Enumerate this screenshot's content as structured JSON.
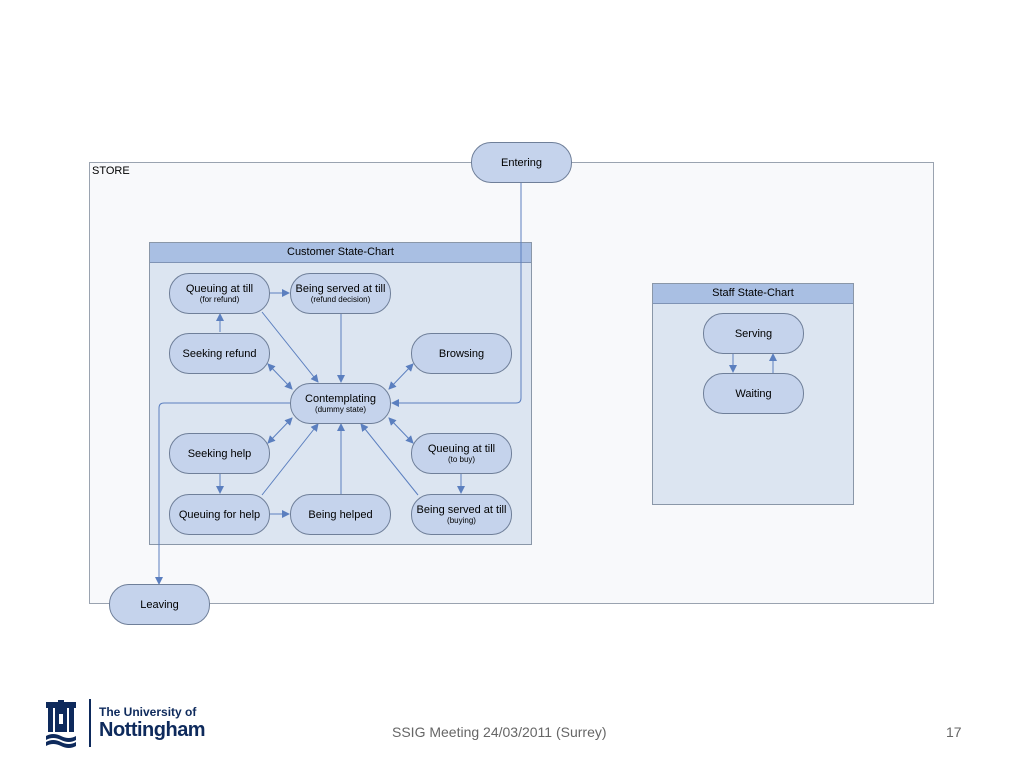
{
  "store": {
    "label": "STORE"
  },
  "customer_chart": {
    "title": "Customer State-Chart",
    "nodes": [
      {
        "id": "queue_refund",
        "label": "Queuing at till",
        "sub": "(for refund)"
      },
      {
        "id": "served_refund",
        "label": "Being served at till",
        "sub": "(refund decision)"
      },
      {
        "id": "seeking_refund",
        "label": "Seeking refund",
        "sub": ""
      },
      {
        "id": "browsing",
        "label": "Browsing",
        "sub": ""
      },
      {
        "id": "contemplating",
        "label": "Contemplating",
        "sub": "(dummy state)"
      },
      {
        "id": "seeking_help",
        "label": "Seeking help",
        "sub": ""
      },
      {
        "id": "queue_buy",
        "label": "Queuing at till",
        "sub": "(to buy)"
      },
      {
        "id": "queue_help",
        "label": "Queuing for help",
        "sub": ""
      },
      {
        "id": "being_helped",
        "label": "Being helped",
        "sub": ""
      },
      {
        "id": "served_buy",
        "label": "Being served at till",
        "sub": "(buying)"
      }
    ]
  },
  "staff_chart": {
    "title": "Staff State-Chart",
    "nodes": [
      {
        "id": "serving",
        "label": "Serving"
      },
      {
        "id": "waiting",
        "label": "Waiting"
      }
    ]
  },
  "entering": {
    "label": "Entering"
  },
  "leaving": {
    "label": "Leaving"
  },
  "footer": {
    "meeting": "SSIG Meeting 24/03/2011 (Surrey)",
    "page_number": "17",
    "university_line1": "The University of",
    "university_line2": "Nottingham"
  },
  "colors": {
    "node_fill": "#c5d3ec",
    "panel_fill": "#dce5f1",
    "header_fill": "#a9bfe3",
    "arrow": "#5b7fbf",
    "brand": "#0e2a5c"
  }
}
